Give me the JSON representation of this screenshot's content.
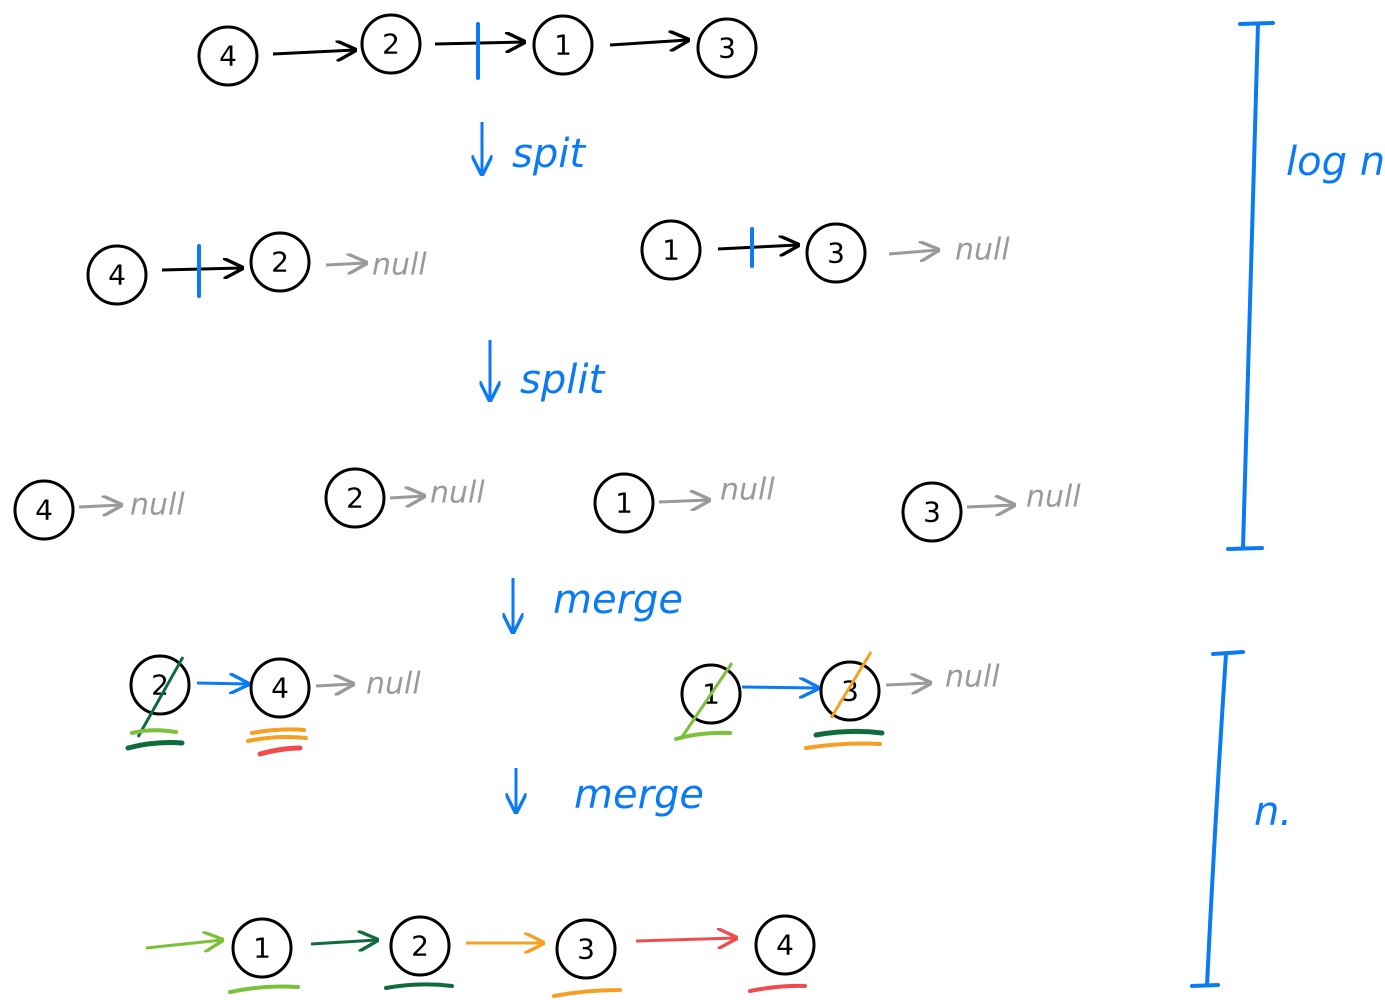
{
  "colors": {
    "ink": "#000000",
    "null_gray": "#9a9a9a",
    "annotation_blue": "#0a7bf5",
    "light_green": "#7cc13a",
    "dark_green": "#0f6b3c",
    "orange": "#f5a023",
    "red": "#ef4d4d"
  },
  "labels": {
    "split_1": "spit",
    "split_2": "split",
    "merge_1": "merge",
    "merge_2": "merge",
    "log_n": "log n",
    "n": "n.",
    "null": "null"
  },
  "levels": {
    "original": [
      "4",
      "2",
      "1",
      "3"
    ],
    "split_1": [
      [
        "4",
        "2"
      ],
      [
        "1",
        "3"
      ]
    ],
    "split_2": [
      [
        "4"
      ],
      [
        "2"
      ],
      [
        "1"
      ],
      [
        "3"
      ]
    ],
    "merge_1": [
      [
        "2",
        "4"
      ],
      [
        "1",
        "3"
      ]
    ],
    "merge_2": [
      "1",
      "2",
      "3",
      "4"
    ]
  }
}
